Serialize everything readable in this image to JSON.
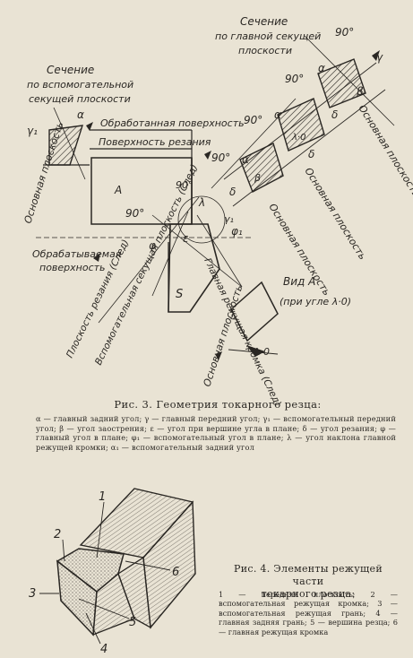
{
  "figure3": {
    "labels": {
      "section_aux_1": "Сечение",
      "section_aux_2": "по вспомогательной",
      "section_aux_3": "секущей плоскости",
      "section_main_1": "Сечение",
      "section_main_2": "по главной секущей",
      "section_main_3": "плоскости",
      "machined_surface": "Обработанная поверхность",
      "cutting_surface": "Поверхность резания",
      "workpiece_surface_1": "Обрабатываемая",
      "workpiece_surface_2": "поверхность",
      "base_plane": "Основная плоскость",
      "view_a_1": "Вид А",
      "view_a_2": "(при угле λ·0)",
      "cutting_plane": "Плоскость резания (След)",
      "aux_cutting_plane": "Вспомогательная секущая плоскость (След)",
      "main_cutting_edge": "Главная режущая кромка (След)",
      "angle_90": "90°",
      "letter_a": "А",
      "letter_s": "S",
      "lambda_0": "λ·0",
      "alpha": "α",
      "alpha1": "α",
      "gamma": "γ",
      "gamma1": "γ₁",
      "beta": "β",
      "delta": "δ",
      "phi": "φ",
      "phi1": "φ₁",
      "epsilon": "ε",
      "lambda": "λ"
    },
    "caption": "Рис. 3. Геометрия токарного резца:",
    "legend": "α — главный задний угол; γ — главный передний угол; γ₁ — вспомогательный передний угол; β — угол заострения; ε — угол при вершине угла в плане; δ — угол резания; φ — главный угол в плане; φ₁ — вспомогательный угол в плане; λ — угол наклона главной режущей кромки; α₁ — вспомогательный задний угол"
  },
  "figure4": {
    "numbers": [
      "1",
      "2",
      "3",
      "4",
      "5",
      "6"
    ],
    "caption_1": "Рис. 4. Элементы режущей части",
    "caption_2": "токарного резца:",
    "legend": "1 — передняя плоскость; 2 — вспомогательная режущая кромка; 3 — вспомогательная режущая грань; 4 — главная задняя грань; 5 — вершина резца; 6 — главная режущая кромка"
  }
}
